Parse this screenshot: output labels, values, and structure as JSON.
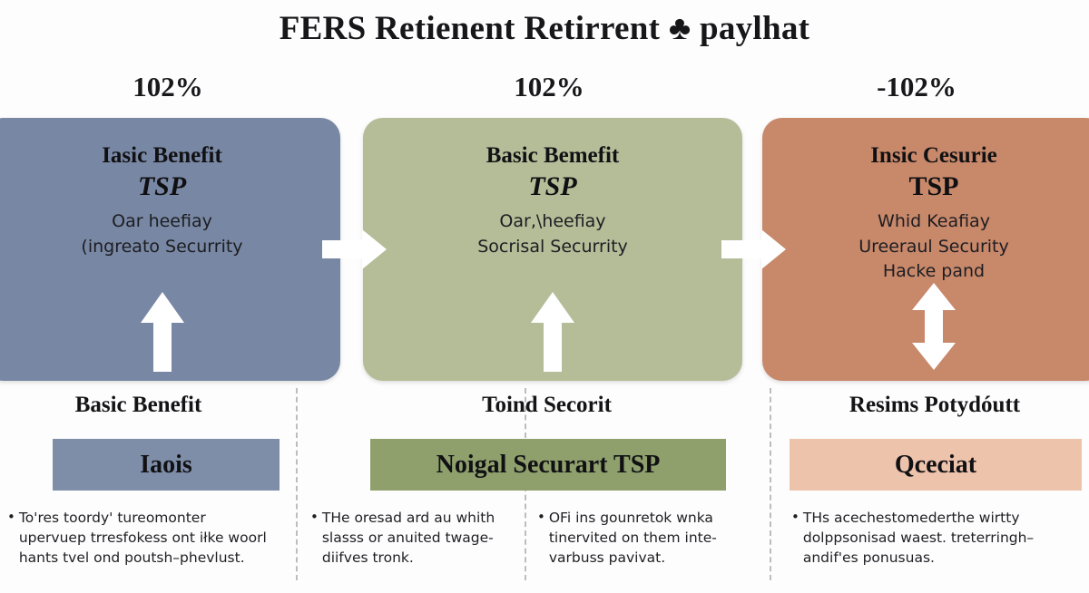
{
  "title": "FERS Retienent Retirrent ♣ paylhat",
  "percent_labels": [
    {
      "value": "102%"
    },
    {
      "value": "102%"
    },
    {
      "value": "-102%"
    }
  ],
  "panels": [
    {
      "heading": "Iasic Benefit",
      "subheading": "TSP",
      "lines": [
        "Oar heefiay",
        "(ingreato Securrity"
      ],
      "color": "#7887a3",
      "arrow": "up-arrow"
    },
    {
      "heading": "Basic Bemefit",
      "subheading": "TSP",
      "lines": [
        "Oar,\\heefiay",
        "Socrisal Securrity"
      ],
      "color": "#b4bd98",
      "arrow": "up-arrow"
    },
    {
      "heading": "Insic Cesurie",
      "subheading": "TSP",
      "lines": [
        "Whid Keafiay",
        "Ureeraul Security",
        "Hacke pand"
      ],
      "color": "#c8886a",
      "arrow": "up-down-arrow"
    }
  ],
  "sections": [
    {
      "heading": "Basic Benefit",
      "bar_label": "Iaois",
      "bar_color": "#7e8ea8"
    },
    {
      "heading": "Toind Secorit",
      "bar_label": "Noigal Securart TSP",
      "bar_color": "#8fa06d"
    },
    {
      "heading": "Resims Potydóutt",
      "bar_label": "Qceciat",
      "bar_color": "#eec3ac"
    }
  ],
  "bullets": [
    {
      "marker": "•",
      "text": "To'res toordy' tureomonter upervuep trresfokess ont iłke woorl hants tvel ond poutsh–phevlust."
    },
    {
      "marker": "•",
      "text": "THe oresad ard au whith slasss or anuited twage-diifves tronk."
    },
    {
      "marker": "•",
      "text": "OFi ins gounretok wnka tinervited on them inte-varbuss pavivat."
    },
    {
      "marker": "•",
      "text": "THs acechestomederthe wirtty dolppsonisad waest. treterringh–andif'es ponusuas."
    }
  ],
  "colors": {
    "panel_blue": "#7887a3",
    "panel_green": "#b4bd98",
    "panel_orange": "#c8886a",
    "bar_blue": "#7e8ea8",
    "bar_green": "#8fa06d",
    "bar_peach": "#eec3ac",
    "arrow_white": "#ffffff",
    "divider_gray": "#bdbdbd"
  }
}
